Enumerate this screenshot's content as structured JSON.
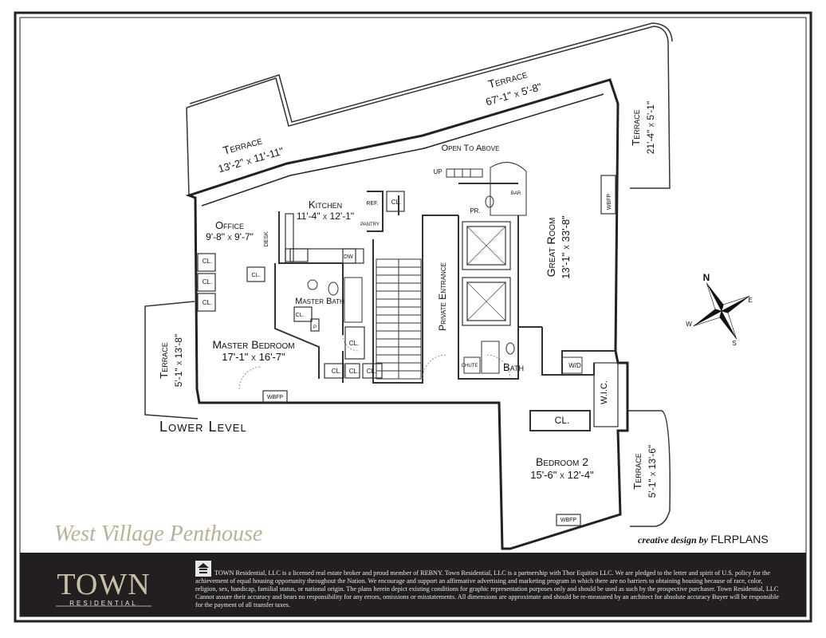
{
  "property_title": "West Village Penthouse",
  "level_label": "Lower Level",
  "credit": {
    "prefix": "creative design by",
    "brand": "FLRPLANS"
  },
  "brand": {
    "name": "TOWN",
    "sub": "RESIDENTIAL"
  },
  "disclaimer": "TOWN Residential, LLC is a licensed real estate broker and proud member of REBNY. Town Residential, LLC is a partnership with Thor Equities LLC. We are pledged to the letter and spirit of U.S. policy for the achievement of equal housing opportunity throughout the Nation. We encourage and support an affirmative advertising and marketing program in which there are no barriers to obtaining housing because of race, color, religion, sex, handicap, familial status, or national origin. The plans herein depict existing conditions for graphic representation purposes only and should be used as such by the prospective purchaser. Town Residential, LLC Cannot assure their accuracy and bears no responsibility for any errors, omissions or misstatements. All dimensions are approximate and should be re-measured by an architect for absolute accuracy Buyer will be responsible for the payment of all transfer taxes.",
  "rooms": {
    "terrace_top": {
      "name": "Terrace",
      "dim": "67'-1\" x 5'-8\""
    },
    "terrace_left": {
      "name": "Terrace",
      "dim": "13'-2\" x 11'-11\""
    },
    "terrace_right": {
      "name": "Terrace",
      "dim": "21'-4\" x 5'-1\""
    },
    "terrace_west": {
      "name": "Terrace",
      "dim": "5'-1\" x 13'-8\""
    },
    "terrace_east": {
      "name": "Terrace",
      "dim": "5'-1\" x 13'-6\""
    },
    "kitchen": {
      "name": "Kitchen",
      "dim": "11'-4\" x 12'-1\""
    },
    "office": {
      "name": "Office",
      "dim": "9'-8\" x 9'-7\""
    },
    "great_room": {
      "name": "Great Room",
      "dim": "13'-1\" x 33'-8\""
    },
    "master_bedroom": {
      "name": "Master Bedroom",
      "dim": "17'-1\" x 16'-7\""
    },
    "bedroom2": {
      "name": "Bedroom 2",
      "dim": "15'-6\" x 12'-4\""
    },
    "master_bath": {
      "name": "Master Bath"
    },
    "bath": {
      "name": "Bath"
    },
    "private_entrance": {
      "name": "Private Entrance"
    },
    "open_to_above": {
      "name": "Open To Above"
    }
  },
  "labels": {
    "up": "UP",
    "ref": "REF.",
    "pantry": "PANTRY",
    "cl": "CL.",
    "bar": "BAR",
    "pr": "PR.",
    "wbfp": "WBFP",
    "desk": "DESK",
    "dw": "DW",
    "chute": "CHUTE",
    "wd": "W/D",
    "wic": "W.I.C.",
    "p": "P"
  },
  "compass": {
    "n": "N",
    "e": "E",
    "s": "S",
    "w": "W"
  }
}
